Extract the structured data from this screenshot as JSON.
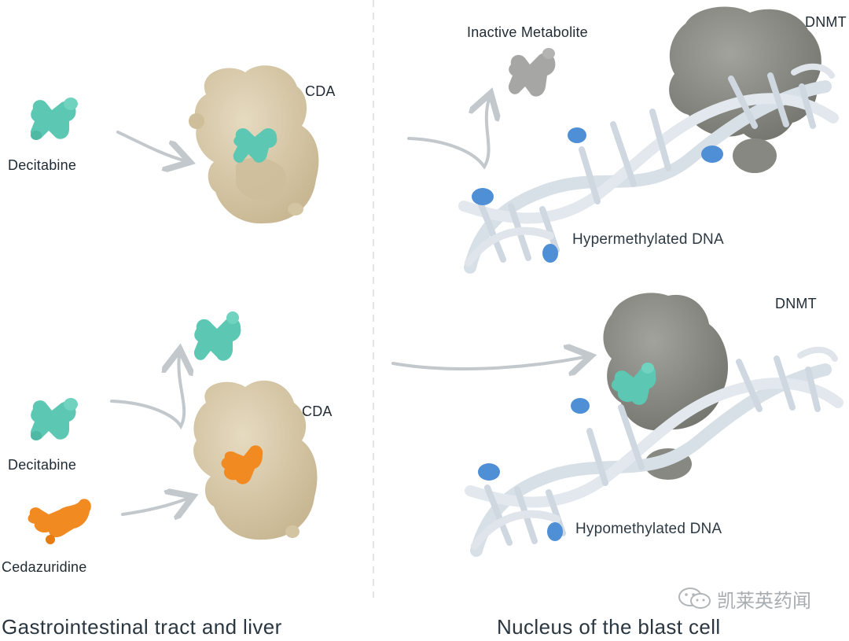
{
  "labels": {
    "cda_top": "CDA",
    "cda_bottom": "CDA",
    "decitabine_top": "Decitabine",
    "decitabine_bottom": "Decitabine",
    "cedazuridine": "Cedazuridine",
    "inactive_metabolite": "Inactive Metabolite",
    "dnmt_top": "DNMT",
    "dnmt_bottom": "DNMT",
    "hypermethylated": "Hypermethylated DNA",
    "hypomethylated": "Hypomethylated DNA"
  },
  "sections": {
    "left_title": "Gastrointestinal tract and liver",
    "right_title": "Nucleus of the blast cell"
  },
  "watermark": {
    "text": "凯莱英药闻",
    "icon": "wechat-icon"
  },
  "colors": {
    "decitabine": "#5cc7b2",
    "cedazuridine": "#f28a22",
    "cda_enzyme": "#d6c7a8",
    "dnmt_enzyme": "#8a8b85",
    "dna": "#d8e0e7",
    "methyl_mark": "#4f8fd6",
    "metabolite": "#a6a6a4",
    "arrow": "#c2c8cc"
  }
}
